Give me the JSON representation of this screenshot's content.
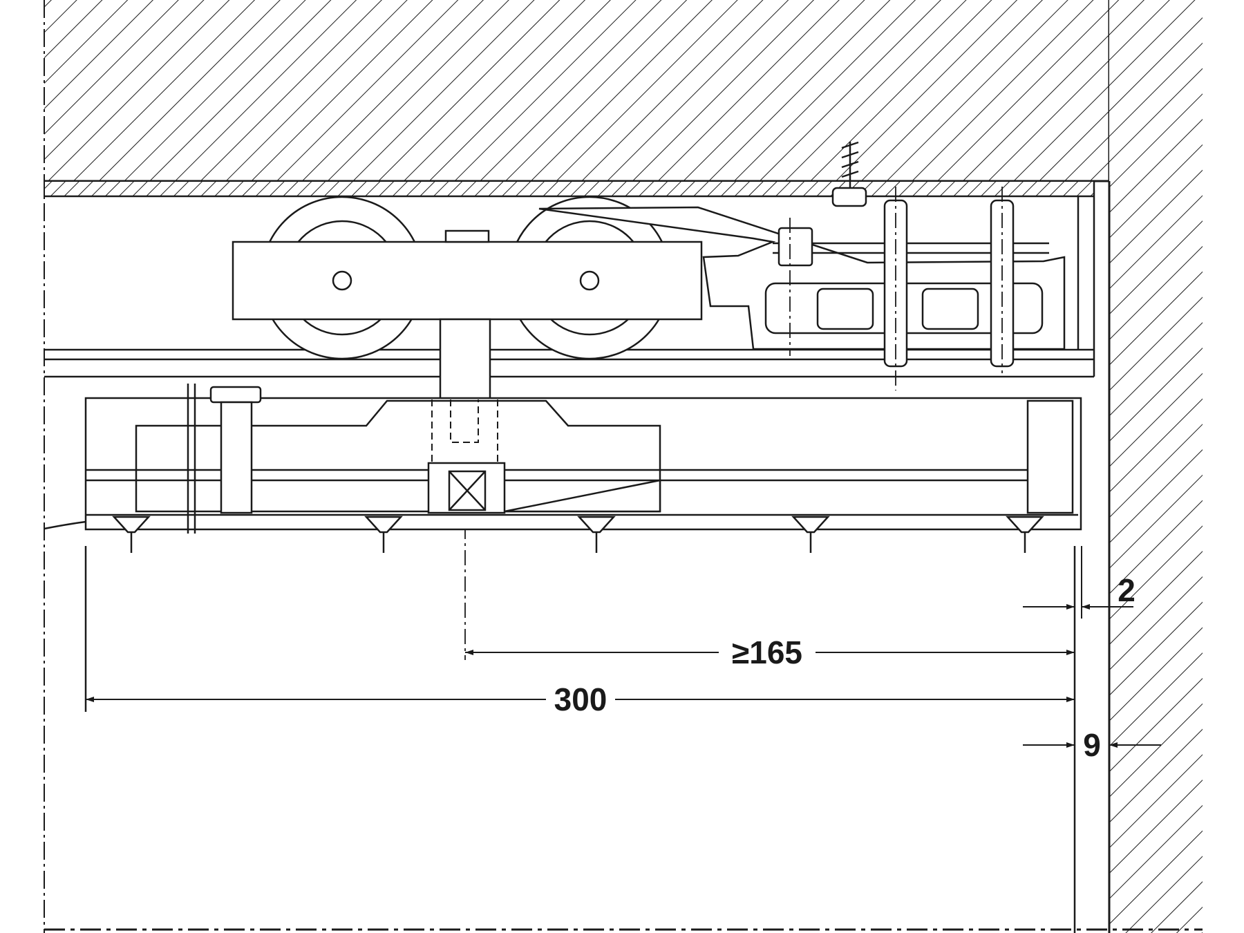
{
  "drawing": {
    "stroke_color": "#1a1a1a",
    "fill_color": "#ffffff",
    "dimensions": {
      "d300": {
        "label": "300",
        "value": 300
      },
      "d165": {
        "label": "≥165",
        "value": 165
      },
      "d9": {
        "label": "9",
        "value": 9
      },
      "d2": {
        "label": "2",
        "value": 2
      }
    }
  }
}
